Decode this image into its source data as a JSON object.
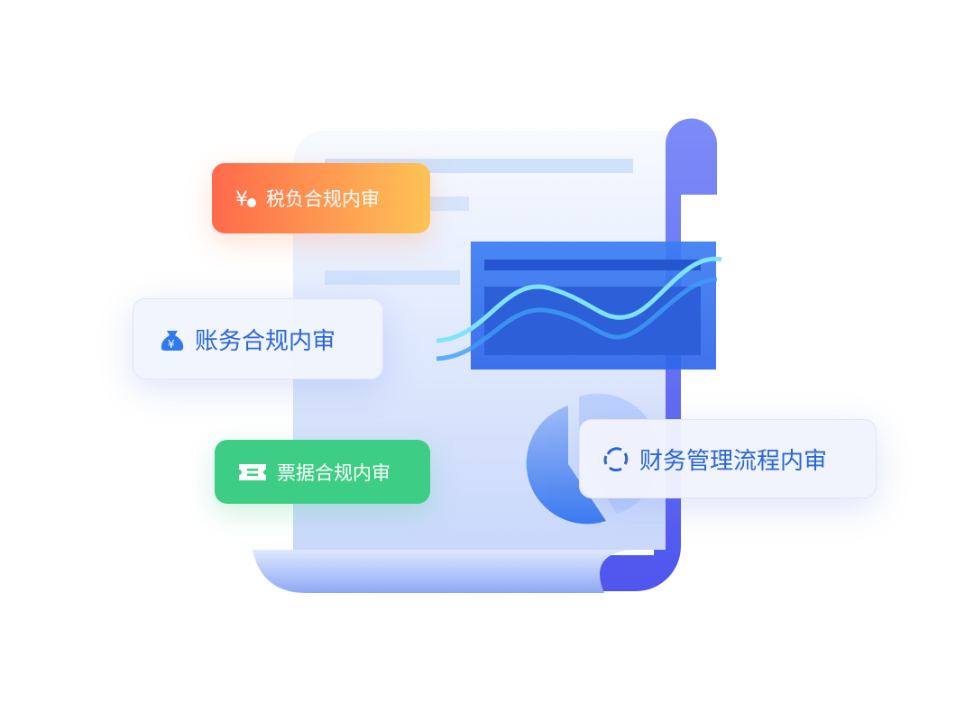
{
  "cards": {
    "tax": {
      "label": "税负合规内审",
      "icon": "yen-pie-icon"
    },
    "account": {
      "label": "账务合规内审",
      "icon": "money-bag-icon"
    },
    "invoice": {
      "label": "票据合规内审",
      "icon": "ticket-icon"
    },
    "finance": {
      "label": "财务管理流程内审",
      "icon": "refresh-cycle-icon"
    }
  },
  "colors": {
    "primary": "#2a66d8",
    "orange_start": "#ff6a4b",
    "orange_end": "#fdc356",
    "green": "#3dcd84",
    "doc_edge": "#5b63f0"
  }
}
